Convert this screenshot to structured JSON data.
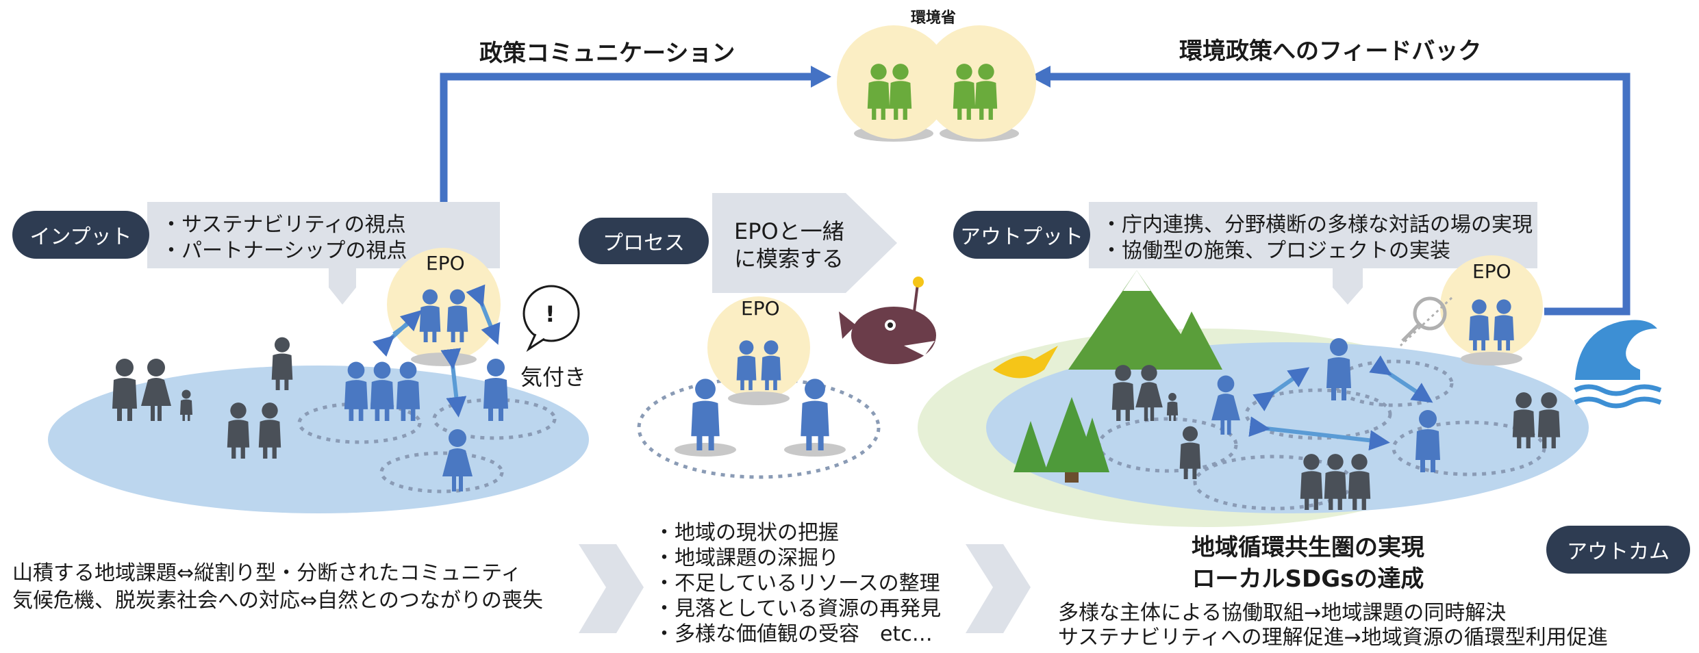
{
  "top": {
    "ministry_label": "環境省",
    "left_arrow_label": "政策コミュニケーション",
    "right_arrow_label": "環境政策へのフィードバック"
  },
  "input": {
    "pill": "インプット",
    "bullets": [
      "・サステナビリティの視点",
      "・パートナーシップの視点"
    ],
    "epo_label": "EPO",
    "kizuki_label": "気付き",
    "exclaim": "!"
  },
  "process": {
    "pill": "プロセス",
    "arrow_text": [
      "EPOと一緒",
      "に模索する"
    ],
    "epo_label": "EPO"
  },
  "output": {
    "pill": "アウトプット",
    "bullets": [
      "・庁内連携、分野横断の多様な対話の場の実現",
      "・協働型の施策、プロジェクトの実装"
    ],
    "epo_label": "EPO"
  },
  "outcome": {
    "pill": "アウトカム",
    "headline": [
      "地域循環共生圏の実現",
      "ローカルSDGsの達成"
    ],
    "lines": [
      "多様な主体による協働取組→地域課題の同時解決",
      "サステナビリティへの理解促進→地域資源の循環型利用促進"
    ]
  },
  "bottom": {
    "left_lines": [
      "山積する地域課題⇔縦割り型・分断されたコミュニティ",
      "気候危機、脱炭素社会への対応⇔自然とのつながりの喪失"
    ],
    "middle_lines": [
      "・地域の現状の把握",
      "・地域課題の深掘り",
      "・不足しているリソースの整理",
      "・見落としている資源の再発見",
      "・多様な価値観の受容　etc…"
    ]
  },
  "colors": {
    "navy_pill": "#2e3c52",
    "flow_arrow": "#4472c4",
    "person_blue": "#4a78c2",
    "person_dark": "#4a5058",
    "person_green": "#6aab3c",
    "epo_circle": "#fbeec4",
    "community_oval": "#bcd6ee",
    "green_area": "#e6f0d6",
    "grey_block": "#dde1e8",
    "wave_blue": "#3d8fd4"
  }
}
